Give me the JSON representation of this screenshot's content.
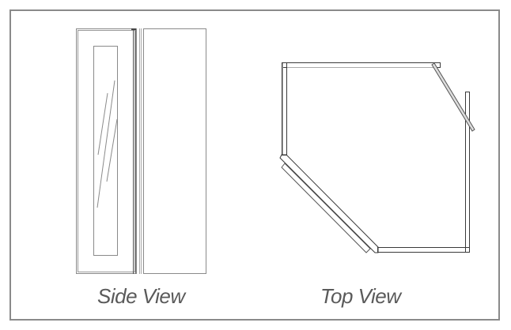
{
  "diagram": {
    "type": "technical-drawing",
    "subject": "corner wall cabinet with glass door",
    "colors": {
      "frame": "#8a8a8a",
      "line_dark": "#3a3a3a",
      "line_mid": "#777777",
      "line_light": "#aaaaaa",
      "label": "#5a5a5a"
    },
    "views": [
      {
        "id": "side",
        "label": "Side View"
      },
      {
        "id": "top",
        "label": "Top View"
      }
    ]
  }
}
